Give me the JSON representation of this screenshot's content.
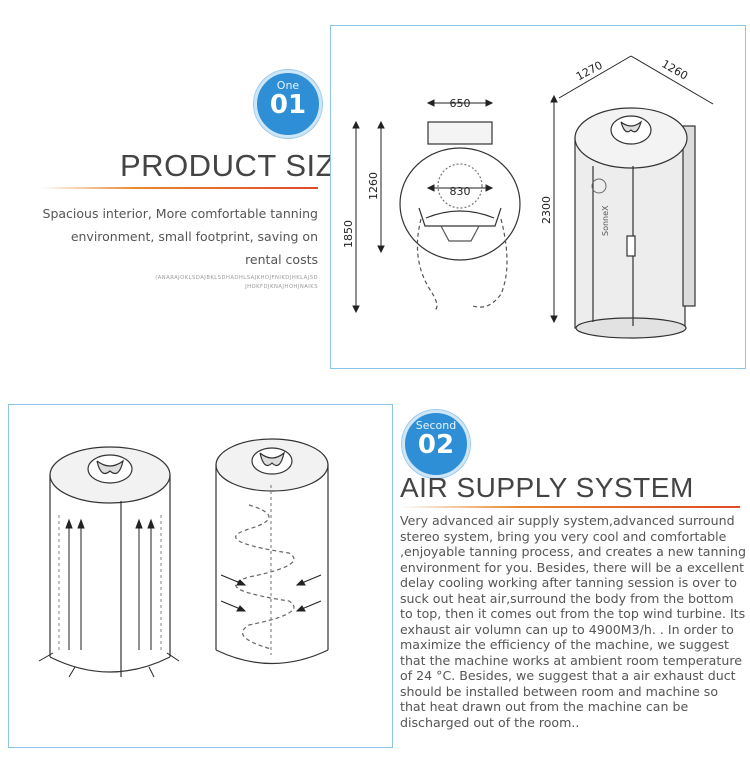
{
  "section1": {
    "badge_small": "One",
    "badge_num": "01",
    "title": "PRODUCT SIZE",
    "description": "Spacious interior, More comfortable tanning environment, small footprint, saving on rental costs",
    "fine_print_1": "(ANARAJOKLSDAJBKLSDHADHLSAJKHDJFNIKDJHKLAJSD",
    "fine_print_2": "JHOKFDJKNAJHOHJNAIKS"
  },
  "dimensions": {
    "d650": "650",
    "d830": "830",
    "d1850": "1850",
    "d1260_side": "1260",
    "d2300": "2300",
    "d1270": "1270",
    "d1260_top": "1260"
  },
  "brand_text": "SonneX",
  "section2": {
    "badge_small": "Second",
    "badge_num": "02",
    "title": "AIR SUPPLY SYSTEM",
    "description": "Very advanced air supply system,advanced surround stereo system, bring you very cool and comfortable ,enjoyable tanning process, and creates a new tanning environment for you. Besides, there will be a excellent delay cooling working after tanning session is over to suck out heat air,surround the body from the bottom to top, then it comes out from the top wind turbine. Its exhaust air volumn can up to 4900M3/h. . In order to maximize the efficiency of the machine, we suggest that the machine works at  ambient room temperature of 24 °C.  Besides, we suggest that a air exhaust duct should be installed between room and machine so that heat drawn out from the machine can be discharged out of the room.."
  },
  "colors": {
    "badge_blue": "#2e8fd6",
    "panel_border": "#8ac4e6",
    "rule_orange": "#e8872e",
    "rule_red": "#e04a2a"
  }
}
